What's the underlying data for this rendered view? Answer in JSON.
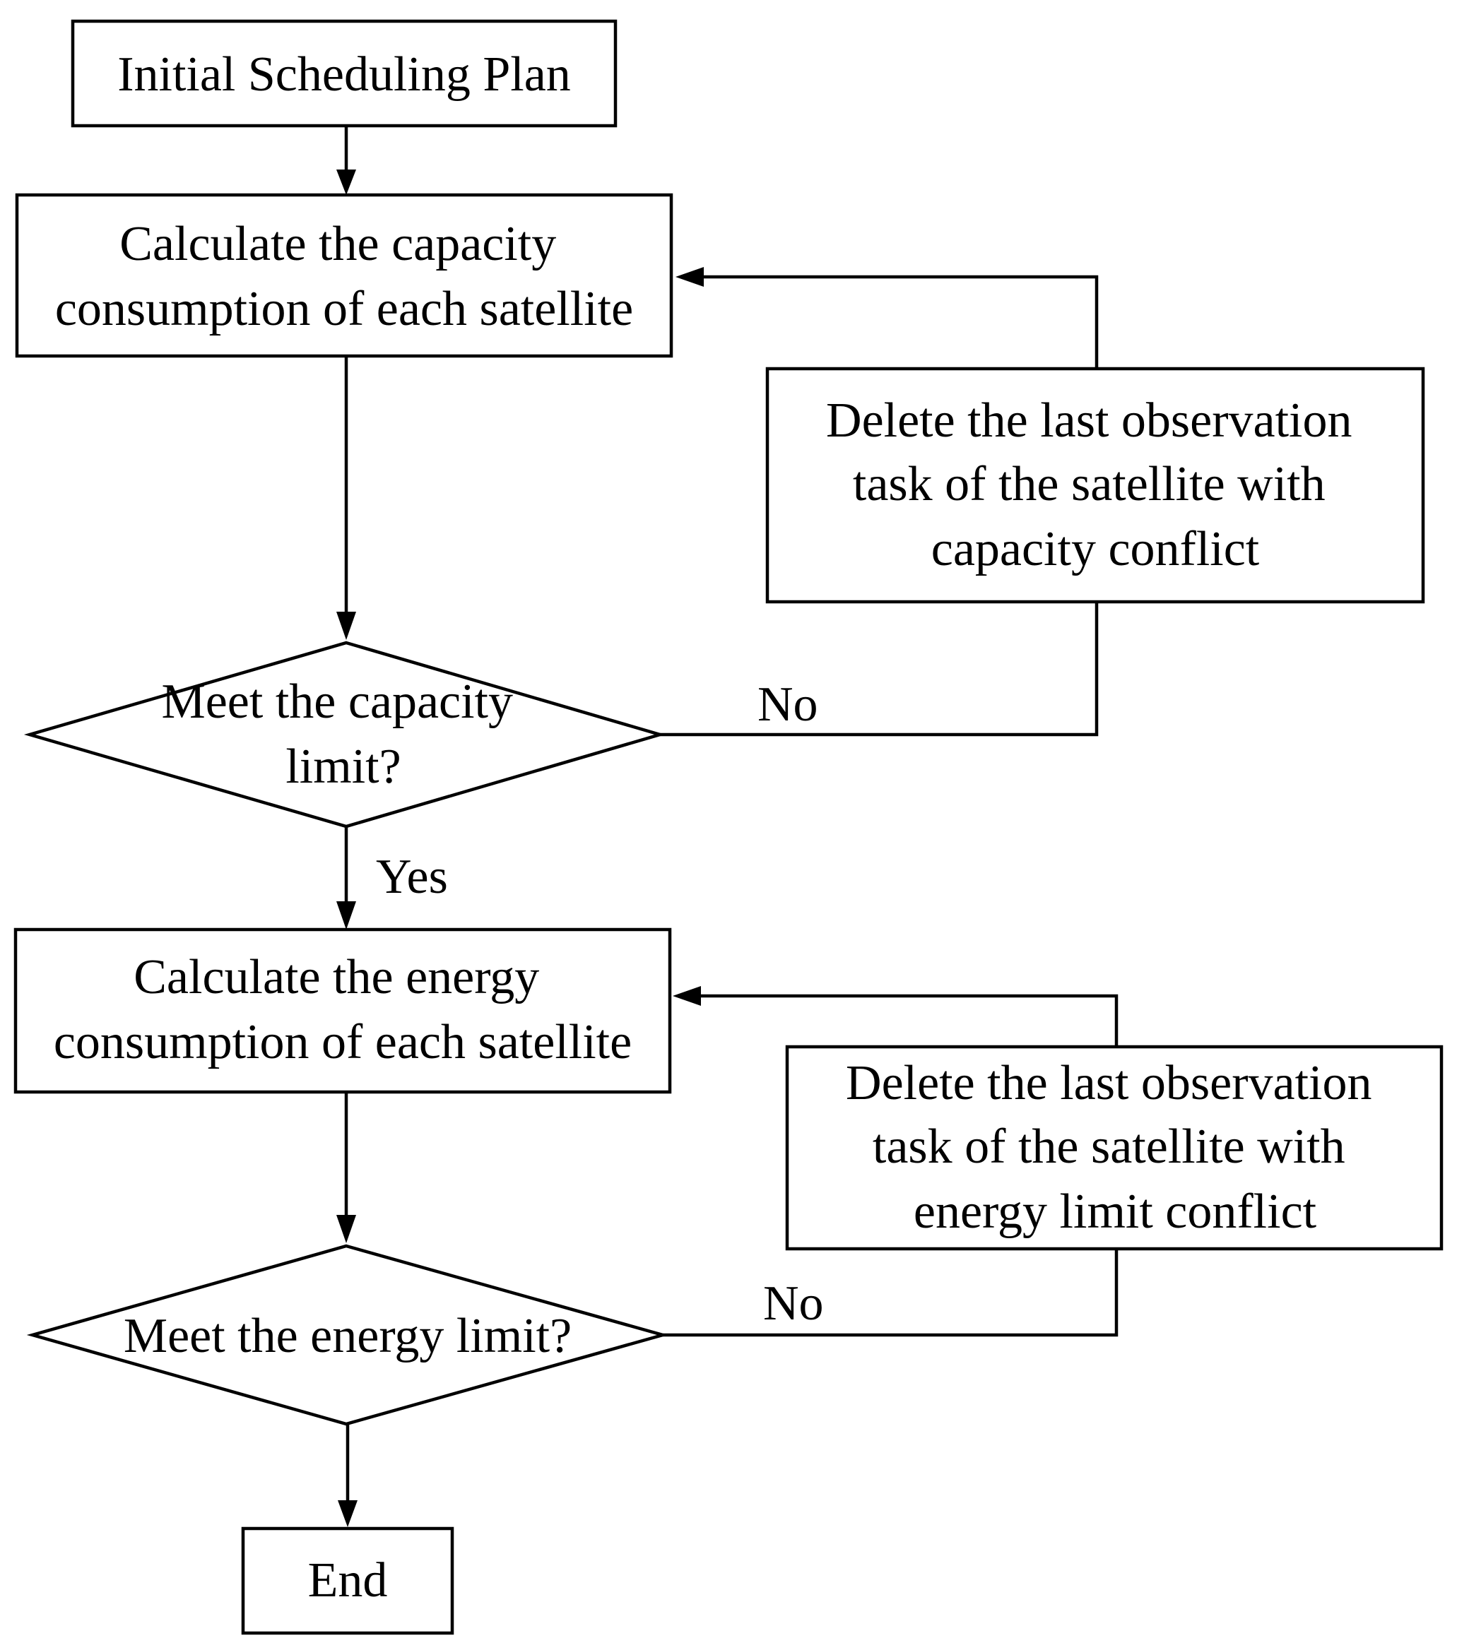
{
  "diagram": {
    "nodes": {
      "start": {
        "lines": [
          "Initial Scheduling Plan"
        ]
      },
      "calc_capacity": {
        "lines": [
          "Calculate the capacity",
          "consumption of each satellite"
        ]
      },
      "check_capacity": {
        "lines": [
          "Meet the capacity",
          "limit?"
        ]
      },
      "delete_capacity": {
        "lines": [
          "Delete the last observation",
          "task of the satellite with",
          "capacity conflict"
        ]
      },
      "calc_energy": {
        "lines": [
          "Calculate the energy",
          "consumption of each satellite"
        ]
      },
      "check_energy": {
        "lines": [
          "Meet the energy limit?"
        ]
      },
      "delete_energy": {
        "lines": [
          "Delete the last observation",
          "task of the satellite with",
          "energy limit conflict"
        ]
      },
      "end": {
        "lines": [
          "End"
        ]
      }
    },
    "edge_labels": {
      "capacity_no": "No",
      "capacity_yes": "Yes",
      "energy_no": "No"
    }
  }
}
